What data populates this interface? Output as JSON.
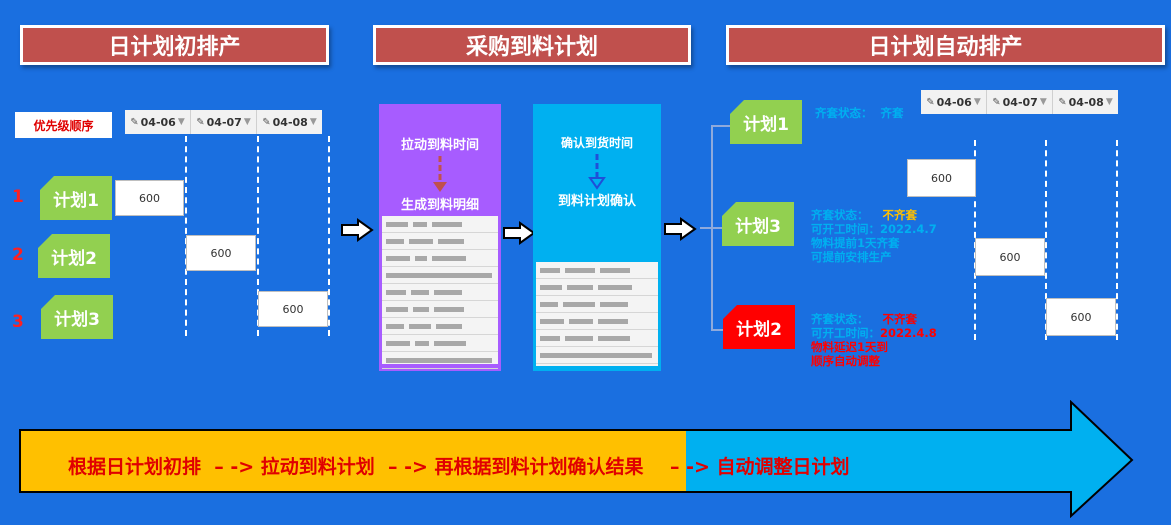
{
  "sections": {
    "left_title": "日计划初排产",
    "middle_title": "采购到料计划",
    "right_title": "日计划自动排产"
  },
  "left": {
    "priority_label": "优先级顺序",
    "dates": [
      "04-06",
      "04-07",
      "04-08"
    ],
    "ranks": [
      "1",
      "2",
      "3"
    ],
    "plans": [
      "计划1",
      "计划2",
      "计划3"
    ],
    "values": [
      "600",
      "600",
      "600"
    ]
  },
  "middle": {
    "purple": {
      "line1": "拉动到料时间",
      "line2": "生成到料明细"
    },
    "blue": {
      "line1": "确认到货时间",
      "line2": "到料计划确认"
    }
  },
  "right": {
    "dates": [
      "04-06",
      "04-07",
      "04-08"
    ],
    "plans": [
      "计划1",
      "计划3",
      "计划2"
    ],
    "values": [
      "600",
      "600",
      "600"
    ],
    "plan1_status": {
      "label": "齐套状态：",
      "value": "齐套"
    },
    "plan3_status": {
      "label": "齐套状态：",
      "value": "不齐套",
      "start_label": "可开工时间：",
      "start_value": "2022.4.7",
      "note1": "物料提前1天齐套",
      "note2": "可提前安排生产"
    },
    "plan2_status": {
      "label": "齐套状态：",
      "value": "不齐套",
      "start_label": "可开工时间：",
      "start_value": "2022.4.8",
      "note1": "物料延迟1天到",
      "note2": "顺序自动调整"
    }
  },
  "bottom": {
    "text": "根据日计划初排  – -> 拉动到料计划  – -> 再根据到料计划确认结果    – -> 自动调整日计划"
  },
  "colors": {
    "background": "#1a6fe0",
    "title_red": "#c0504d",
    "plan_green": "#92d050",
    "plan_red": "#ff0000",
    "purple_panel": "#a75cff",
    "cyan_panel": "#00b0f0",
    "bottom_yellow": "#ffc000",
    "bottom_arrow": "#00b0f0"
  }
}
